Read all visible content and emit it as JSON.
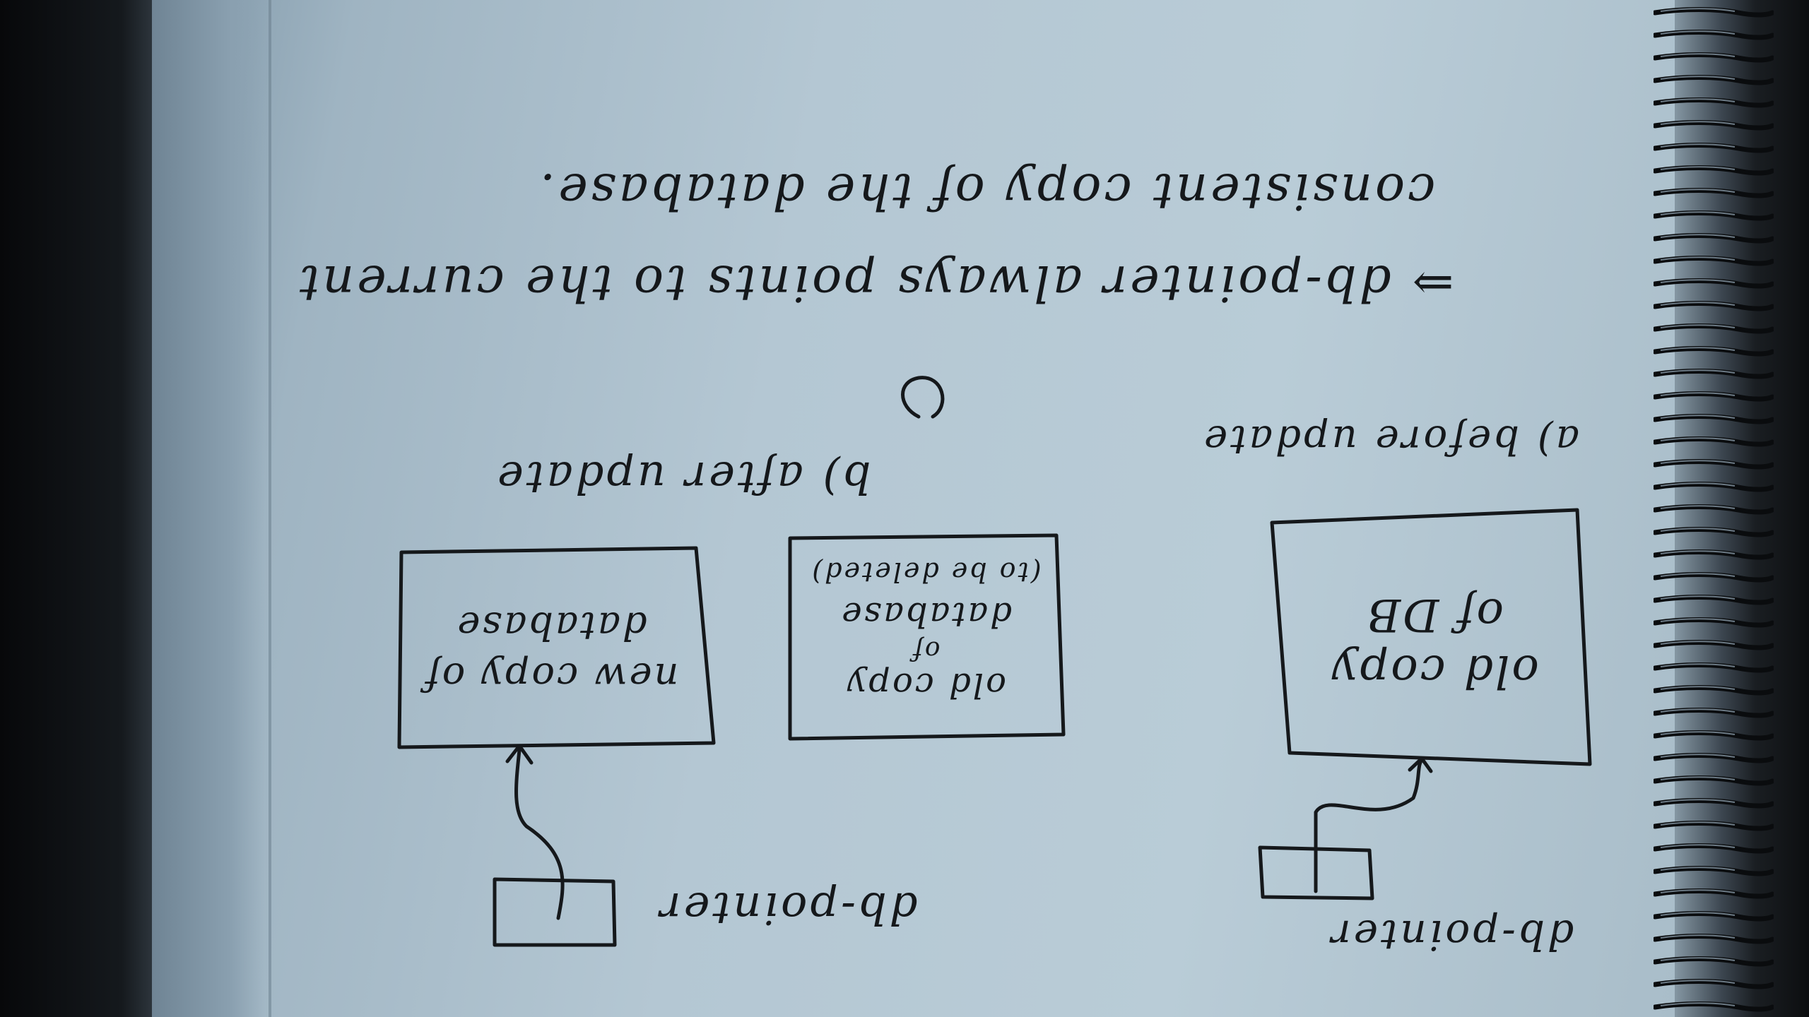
{
  "note": {
    "heading_pointer": "db-pointer",
    "label_a": "a) before update",
    "label_b": "b) after update",
    "box_old_db": {
      "line1": "old copy",
      "line2": "of DB"
    },
    "box_old_copy": {
      "line1": "old copy",
      "line2": "of",
      "line3": "database",
      "line4": "(to be deleted)"
    },
    "box_new_copy": {
      "line1": "new copy of",
      "line2": "database"
    },
    "conclusion_line1": "⇒ db-pointer always points to the current",
    "conclusion_line2": "consistent copy of the database."
  },
  "ink_color": "#15181b",
  "paper_color": "#b9ccd7"
}
